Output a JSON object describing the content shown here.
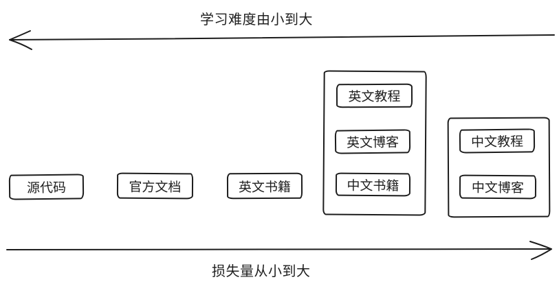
{
  "axes": {
    "top": {
      "label": "学习难度由小到大",
      "direction": "left"
    },
    "bottom": {
      "label": "损失量从小到大",
      "direction": "right"
    }
  },
  "nodes": [
    {
      "label": "源代码"
    },
    {
      "label": "官方文档"
    },
    {
      "label": "英文书籍"
    }
  ],
  "groups": [
    {
      "items": [
        {
          "label": "英文教程"
        },
        {
          "label": "英文博客"
        },
        {
          "label": "中文书籍"
        }
      ]
    },
    {
      "items": [
        {
          "label": "中文教程"
        },
        {
          "label": "中文博客"
        }
      ]
    }
  ],
  "colors": {
    "stroke": "#1c1c1c",
    "background": "#ffffff"
  }
}
